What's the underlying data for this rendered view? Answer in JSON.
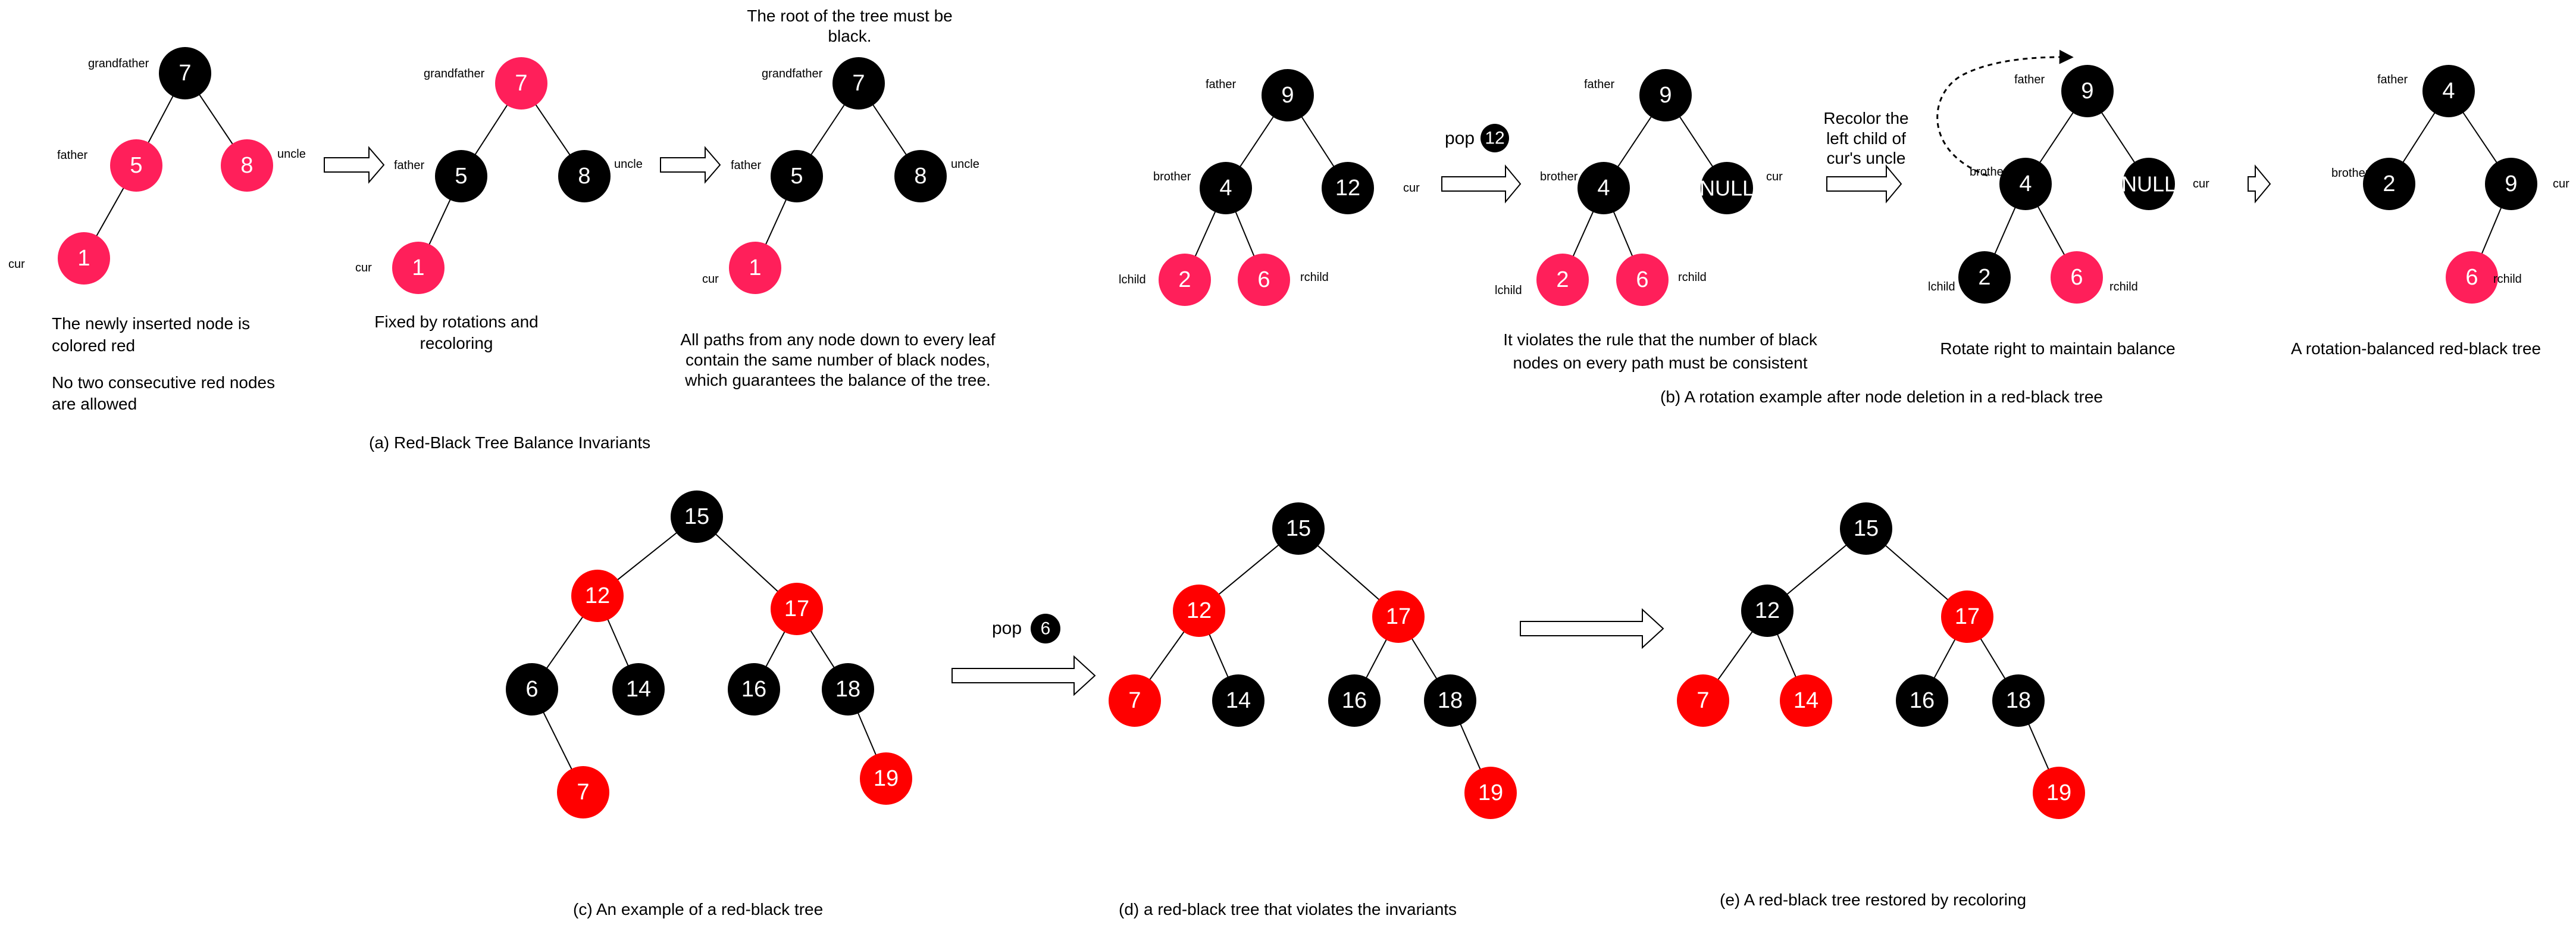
{
  "colors": {
    "black": "#000000",
    "pink": "#ff1f5a",
    "red": "#ff0000",
    "white": "#ffffff"
  },
  "texts": {
    "a1_cap1": "The newly inserted node is",
    "a1_cap2": "colored red",
    "a1_cap3": "No two consecutive red nodes",
    "a1_cap4": "are allowed",
    "a2_cap1": "Fixed by rotations and",
    "a2_cap2": "recoloring",
    "a3_top1": "The root of the tree must be",
    "a3_top2": "black.",
    "a3_cap1": "All paths from any node down to every leaf",
    "a3_cap2": "contain the same number of black nodes,",
    "a3_cap3": "which guarantees the balance of the tree.",
    "a_caption": "(a) Red-Black Tree Balance Invariants",
    "b_pop": "pop",
    "b2_cap1": "It violates the rule that the number of black",
    "b2_cap2": "nodes on every path must be consistent",
    "b_recolor1": "Recolor the",
    "b_recolor2": "left child of",
    "b_recolor3": "cur's uncle",
    "b3_cap": "Rotate right to maintain balance",
    "b4_cap": "A rotation-balanced red-black tree",
    "b_caption": "(b) A rotation example after node deletion in a red-black tree",
    "d_pop": "pop",
    "c_caption": "(c) An example of a red-black tree",
    "d_caption": "(d) a red-black tree that violates the invariants",
    "e_caption": "(e) A red-black tree restored by recoloring"
  },
  "roles": {
    "grandfather": "grandfather",
    "father": "father",
    "uncle": "uncle",
    "cur": "cur",
    "brother": "brother",
    "lchild": "lchild",
    "rchild": "rchild"
  },
  "trees": [
    {
      "id": "a1",
      "nodes": [
        {
          "label": "7",
          "color": "black"
        },
        {
          "label": "5",
          "color": "pink"
        },
        {
          "label": "8",
          "color": "pink"
        },
        {
          "label": "1",
          "color": "pink"
        }
      ]
    },
    {
      "id": "a2",
      "nodes": [
        {
          "label": "7",
          "color": "pink"
        },
        {
          "label": "5",
          "color": "black"
        },
        {
          "label": "8",
          "color": "black"
        },
        {
          "label": "1",
          "color": "pink"
        }
      ]
    },
    {
      "id": "a3",
      "nodes": [
        {
          "label": "7",
          "color": "black"
        },
        {
          "label": "5",
          "color": "black"
        },
        {
          "label": "8",
          "color": "black"
        },
        {
          "label": "1",
          "color": "pink"
        }
      ]
    },
    {
      "id": "b1",
      "nodes": [
        {
          "label": "9",
          "color": "black"
        },
        {
          "label": "4",
          "color": "black"
        },
        {
          "label": "12",
          "color": "black"
        },
        {
          "label": "2",
          "color": "pink"
        },
        {
          "label": "6",
          "color": "pink"
        }
      ]
    },
    {
      "id": "b2",
      "nodes": [
        {
          "label": "9",
          "color": "black"
        },
        {
          "label": "4",
          "color": "black"
        },
        {
          "label": "NULL",
          "color": "black"
        },
        {
          "label": "2",
          "color": "pink"
        },
        {
          "label": "6",
          "color": "pink"
        }
      ]
    },
    {
      "id": "b3",
      "nodes": [
        {
          "label": "9",
          "color": "black"
        },
        {
          "label": "4",
          "color": "black"
        },
        {
          "label": "NULL",
          "color": "black"
        },
        {
          "label": "2",
          "color": "black"
        },
        {
          "label": "6",
          "color": "pink"
        }
      ]
    },
    {
      "id": "b4",
      "nodes": [
        {
          "label": "4",
          "color": "black"
        },
        {
          "label": "2",
          "color": "black"
        },
        {
          "label": "9",
          "color": "black"
        },
        {
          "label": "6",
          "color": "pink"
        }
      ]
    },
    {
      "id": "c",
      "nodes": [
        {
          "label": "15",
          "color": "black"
        },
        {
          "label": "12",
          "color": "red"
        },
        {
          "label": "17",
          "color": "red"
        },
        {
          "label": "6",
          "color": "black"
        },
        {
          "label": "14",
          "color": "black"
        },
        {
          "label": "16",
          "color": "black"
        },
        {
          "label": "18",
          "color": "black"
        },
        {
          "label": "7",
          "color": "red"
        },
        {
          "label": "19",
          "color": "red"
        }
      ]
    },
    {
      "id": "d",
      "nodes": [
        {
          "label": "15",
          "color": "black"
        },
        {
          "label": "12",
          "color": "red"
        },
        {
          "label": "17",
          "color": "red"
        },
        {
          "label": "7",
          "color": "red"
        },
        {
          "label": "14",
          "color": "black"
        },
        {
          "label": "16",
          "color": "black"
        },
        {
          "label": "18",
          "color": "black"
        },
        {
          "label": "19",
          "color": "red"
        }
      ]
    },
    {
      "id": "e",
      "nodes": [
        {
          "label": "15",
          "color": "black"
        },
        {
          "label": "12",
          "color": "black"
        },
        {
          "label": "17",
          "color": "red"
        },
        {
          "label": "7",
          "color": "red"
        },
        {
          "label": "14",
          "color": "red"
        },
        {
          "label": "16",
          "color": "black"
        },
        {
          "label": "18",
          "color": "black"
        },
        {
          "label": "19",
          "color": "red"
        }
      ]
    }
  ],
  "pop_values": {
    "b": "12",
    "d": "6"
  }
}
